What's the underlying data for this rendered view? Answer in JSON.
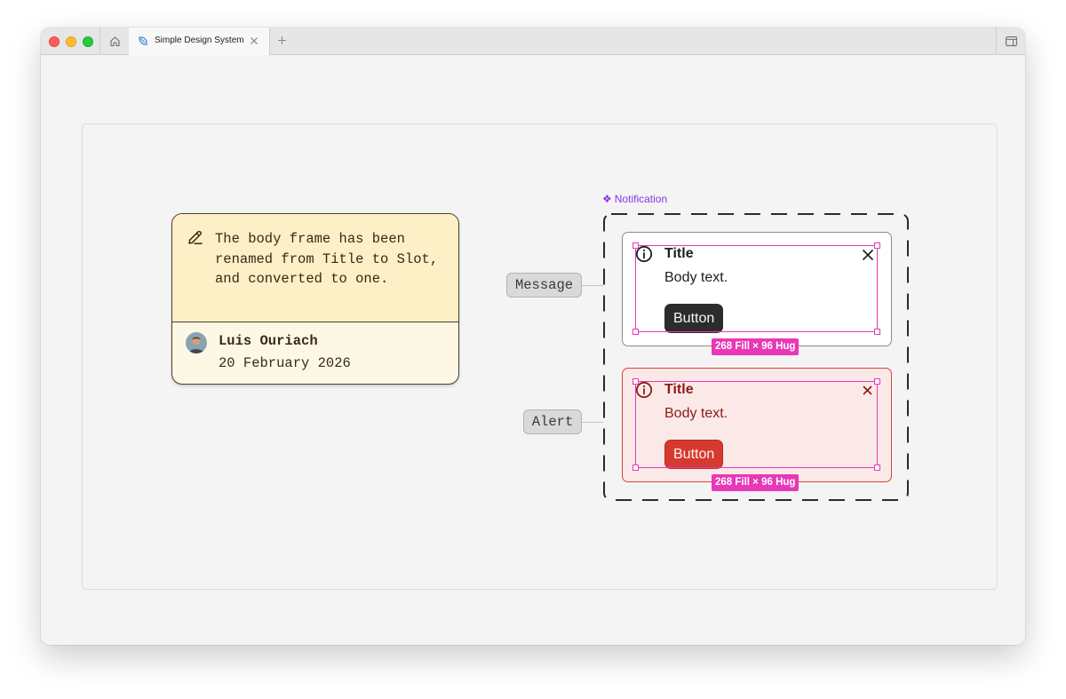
{
  "browser": {
    "tab_title": "Simple Design System",
    "icons": {
      "home": "home-icon",
      "tab": "figma-leaf-icon",
      "close": "close-icon",
      "new_tab": "plus-icon",
      "sidebar": "sidebar-toggle-icon"
    }
  },
  "comment": {
    "text": "The body frame has been renamed from Title to Slot, and converted to one.",
    "author": "Luis Ouriach",
    "date": "20 February 2026",
    "colors": {
      "body_bg": "#fdf0c7",
      "footer_bg": "#fdf8e6",
      "ink": "#3b2816"
    }
  },
  "component_set": {
    "label": "Notification",
    "variant_labels": {
      "message": "Message",
      "alert": "Alert"
    },
    "message": {
      "title": "Title",
      "body": "Body text.",
      "button": "Button",
      "size_badge": "268 Fill × 96 Hug"
    },
    "alert": {
      "title": "Title",
      "body": "Body text.",
      "button": "Button",
      "size_badge": "268 Fill × 96 Hug"
    },
    "colors": {
      "selection": "#e838b8",
      "component_purple": "#8638e5",
      "alert_red": "#d63a2f",
      "message_dark": "#2c2c2c"
    }
  }
}
